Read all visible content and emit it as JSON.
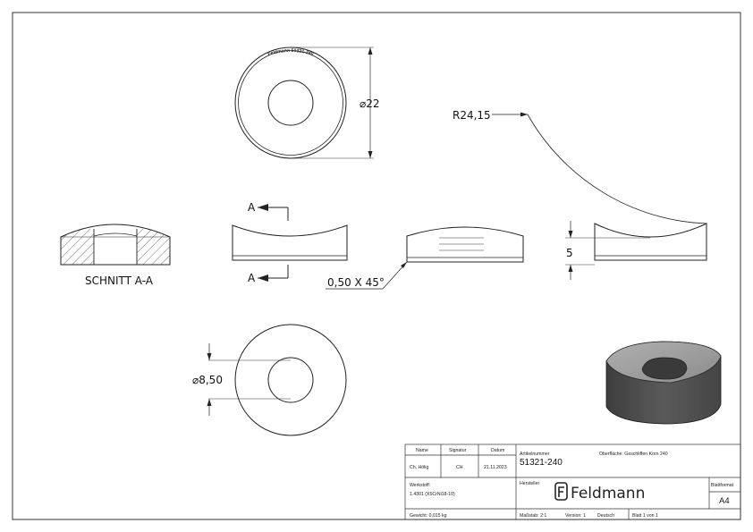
{
  "drawing": {
    "engraving": "Feldmann 51321-240",
    "dims": {
      "outer_diameter": "22",
      "radius": "R24,15",
      "height": "5",
      "chamfer": "0,50 X 45°",
      "inner_diameter": "8,50",
      "section_marker": "A"
    },
    "section_label": "SCHNITT A-A"
  },
  "titleblock": {
    "headers": {
      "name": "Name",
      "signature": "Signatur",
      "date": "Datum"
    },
    "drafter": {
      "name": "Ch. Hölig",
      "signature": "CH",
      "date": "21.11.2023"
    },
    "material_label": "Werkstoff:",
    "material_value": "1.4301 (X5CrNi18-10)",
    "weight": "Gewicht: 0,015 kg",
    "article_label": "Artikelnummer",
    "article_number": "51321-240",
    "surface_label": "Oberfläche:",
    "surface_value": "Geschliffen Korn 240",
    "manufacturer_label": "Hersteller",
    "brand": "Feldmann",
    "sheet_format_label": "Blattformat",
    "sheet_format": "A4",
    "scale": "Maßstab: 2:1",
    "version": "Version: 1",
    "language": "Deutsch",
    "sheet": "Blatt 1 von 1"
  }
}
